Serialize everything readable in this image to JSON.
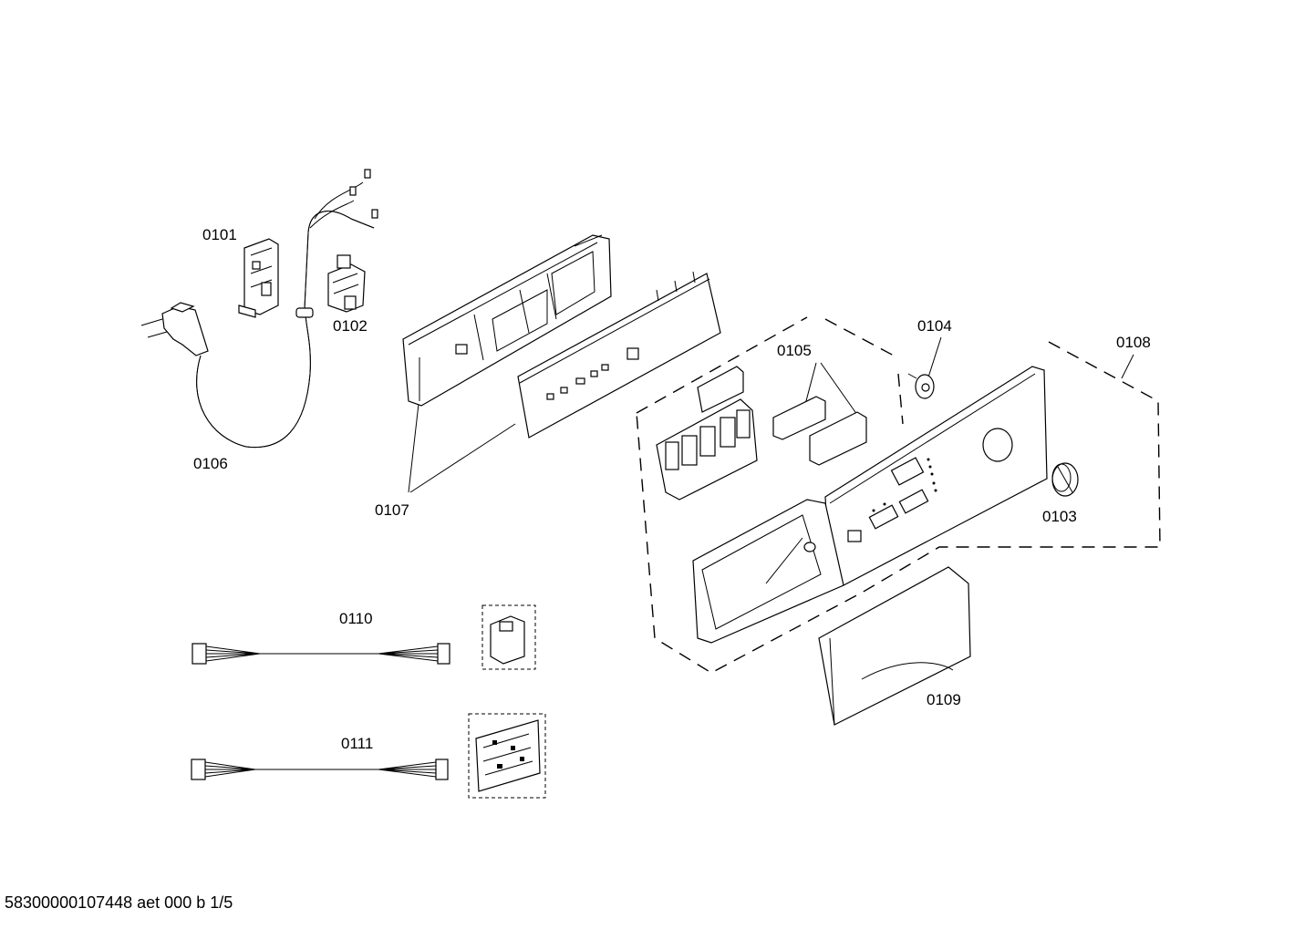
{
  "diagram": {
    "parts": [
      {
        "id": "p0101",
        "label": "0101",
        "icon": "appliance-socket-plate"
      },
      {
        "id": "p0102",
        "label": "0102",
        "icon": "interference-filter"
      },
      {
        "id": "p0103",
        "label": "0103",
        "icon": "rotary-knob"
      },
      {
        "id": "p0104",
        "label": "0104",
        "icon": "knob-shaft"
      },
      {
        "id": "p0105",
        "label": "0105",
        "icon": "push-buttons"
      },
      {
        "id": "p0106",
        "label": "0106",
        "icon": "mains-cable-plug"
      },
      {
        "id": "p0107",
        "label": "0107",
        "icon": "panel-carrier"
      },
      {
        "id": "p0108",
        "label": "0108",
        "icon": "control-panel-assembly"
      },
      {
        "id": "p0109",
        "label": "0109",
        "icon": "detergent-drawer-handle"
      },
      {
        "id": "p0110",
        "label": "0110",
        "icon": "wiring-harness-a"
      },
      {
        "id": "p0111",
        "label": "0111",
        "icon": "wiring-harness-b"
      }
    ]
  },
  "footer": {
    "text": "58300000107448 aet 000 b 1/5"
  }
}
